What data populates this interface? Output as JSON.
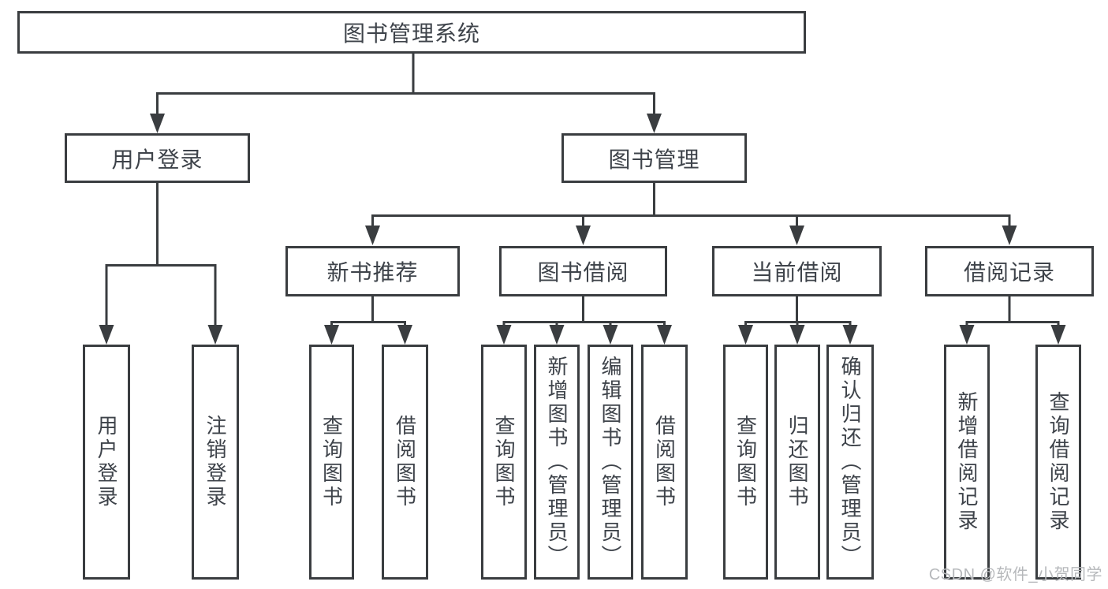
{
  "diagram_type": "functional-structure-tree",
  "tree": {
    "label": "图书管理系统",
    "children": [
      {
        "label": "用户登录",
        "children": [
          {
            "label": "用户登录"
          },
          {
            "label": "注销登录"
          }
        ]
      },
      {
        "label": "图书管理",
        "children": [
          {
            "label": "新书推荐",
            "children": [
              {
                "label": "查询图书"
              },
              {
                "label": "借阅图书"
              }
            ]
          },
          {
            "label": "图书借阅",
            "children": [
              {
                "label": "查询图书"
              },
              {
                "label": "新增图书（管理员）"
              },
              {
                "label": "编辑图书（管理员）"
              },
              {
                "label": "借阅图书"
              }
            ]
          },
          {
            "label": "当前借阅",
            "children": [
              {
                "label": "查询图书"
              },
              {
                "label": "归还图书"
              },
              {
                "label": "确认归还（管理员）"
              }
            ]
          },
          {
            "label": "借阅记录",
            "children": [
              {
                "label": "新增借阅记录"
              },
              {
                "label": "查询借阅记录"
              }
            ]
          }
        ]
      }
    ]
  },
  "colors": {
    "line": "#3a3d40",
    "box_fill": "#ffffff",
    "text": "#3e434a",
    "watermark": "#b6b8bb"
  },
  "watermark": {
    "text": "CSDN @软件_小贺同学"
  }
}
